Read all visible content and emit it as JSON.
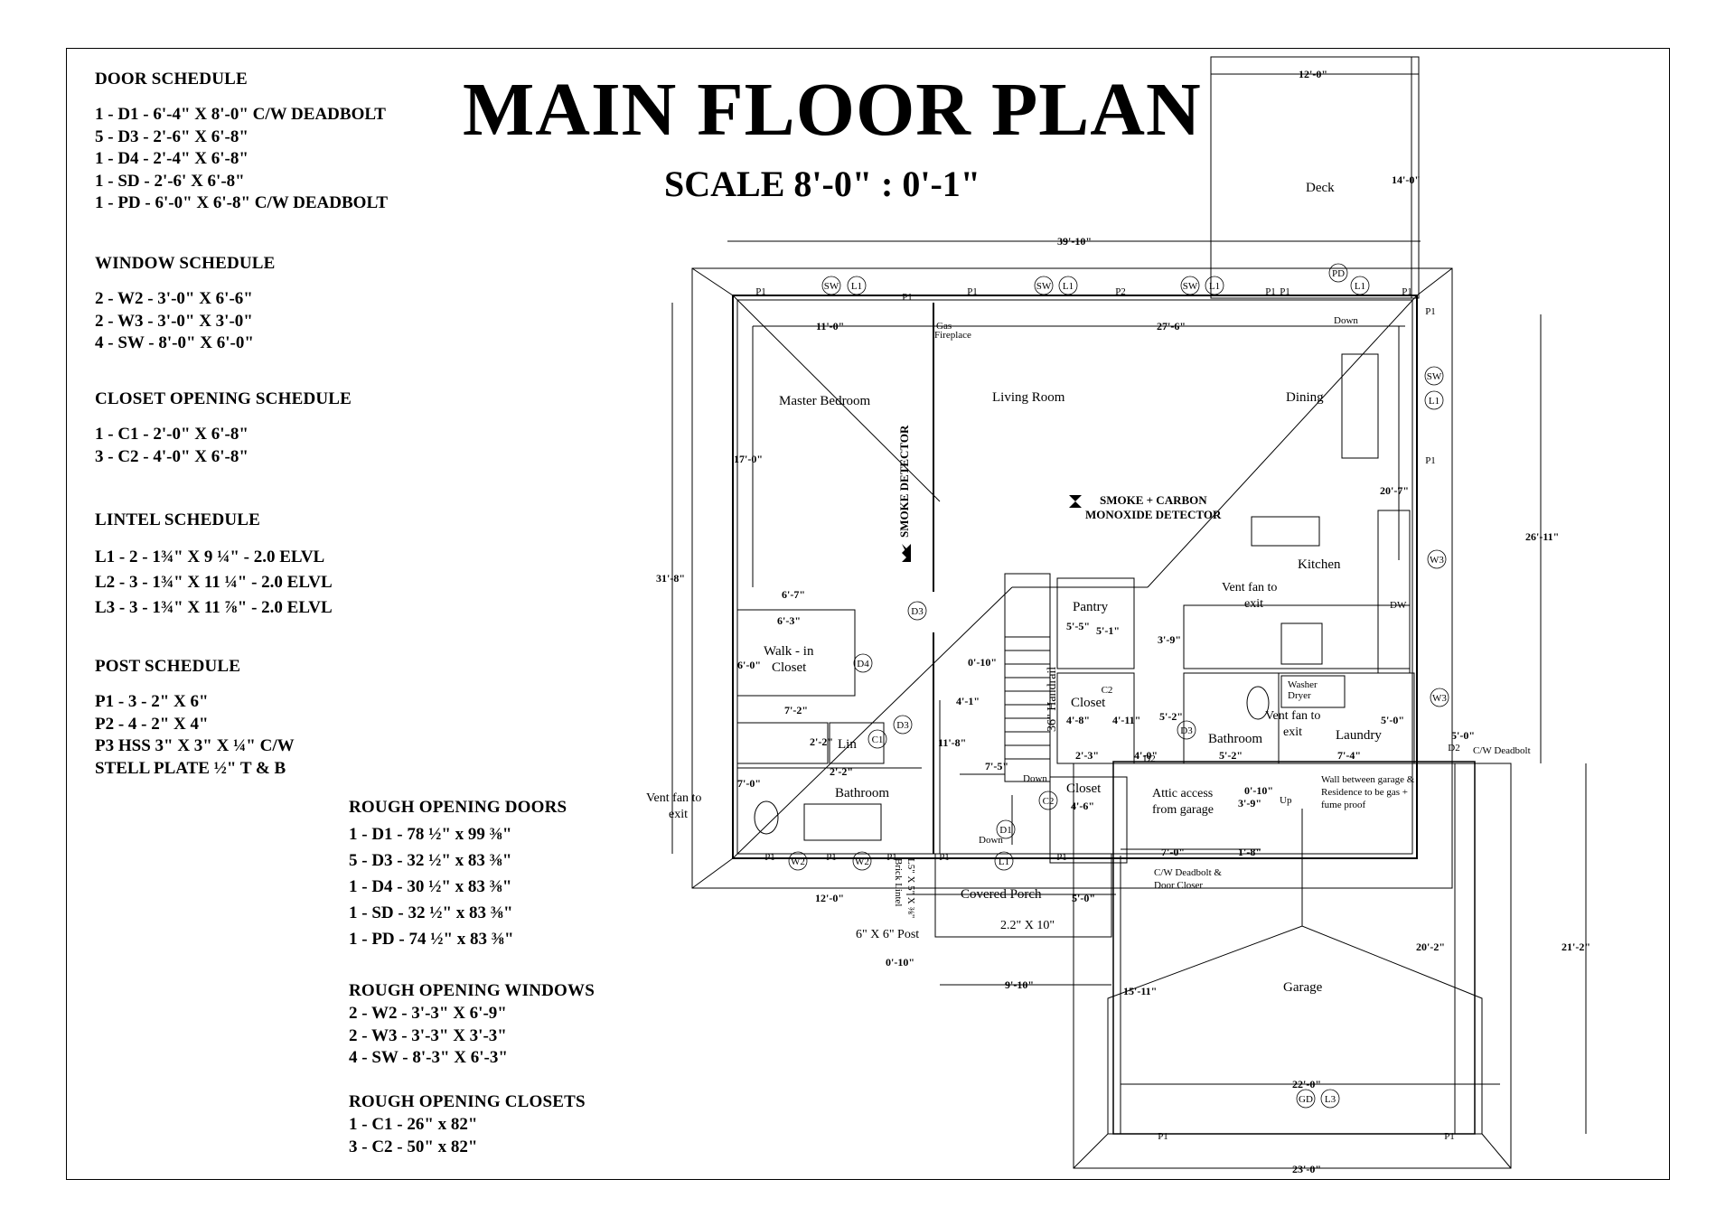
{
  "title": "MAIN FLOOR PLAN",
  "scale": "SCALE  8'-0\" : 0'-1\"",
  "schedules": {
    "door": {
      "heading": "DOOR SCHEDULE",
      "lines": [
        "1 - D1 - 6'-4\" X 8'-0\" C/W DEADBOLT",
        "5 - D3 - 2'-6\" X 6'-8\"",
        "1 - D4 - 2'-4\" X 6'-8\"",
        "1 - SD - 2'-6' X 6'-8\"",
        "1 - PD - 6'-0\" X 6'-8\" C/W DEADBOLT"
      ]
    },
    "window": {
      "heading": "WINDOW SCHEDULE",
      "lines": [
        "2 - W2 - 3'-0\" X 6'-6\"",
        "2 - W3 - 3'-0\" X 3'-0\"",
        "4 - SW - 8'-0\" X 6'-0\""
      ]
    },
    "closet": {
      "heading": "CLOSET OPENING SCHEDULE",
      "lines": [
        "1 - C1 - 2'-0\" X 6'-8\"",
        "3 - C2 - 4'-0\" X 6'-8\""
      ]
    },
    "lintel": {
      "heading": "LINTEL SCHEDULE",
      "lines": [
        "L1 - 2 - 1¾\" X 9 ¼\"   - 2.0 ELVL",
        "L2 - 3 - 1¾\" X 11 ¼\" - 2.0 ELVL",
        "L3 - 3 - 1¾\" X 11 ⅞\" - 2.0 ELVL"
      ]
    },
    "post": {
      "heading": "POST SCHEDULE",
      "lines": [
        "P1 - 3 - 2\" X 6\"",
        "P2 - 4 - 2\" X 4\"",
        "P3 HSS  3\" X 3\" X ¼\" C/W",
        "STELL PLATE ½\" T & B"
      ]
    },
    "rough_doors": {
      "heading": "ROUGH OPENING DOORS",
      "lines": [
        "1 - D1 - 78 ½\" x 99 ⅜\"",
        "5 - D3 - 32 ½\" x 83 ⅜\"",
        "1 - D4 - 30 ½\" x 83 ⅜\"",
        "1 - SD - 32 ½\" x 83 ⅜\"",
        "1 - PD - 74 ½\" x 83 ⅜\""
      ]
    },
    "rough_windows": {
      "heading": "ROUGH OPENING WINDOWS",
      "lines": [
        "2 - W2 - 3'-3\" X 6'-9\"",
        "2 - W3 - 3'-3\" X 3'-3\"",
        "4 - SW - 8'-3\" X 6'-3\""
      ]
    },
    "rough_closets": {
      "heading": "ROUGH OPENING CLOSETS",
      "lines": [
        "1 - C1 - 26\" x 82\"",
        "3 - C2 - 50\" x 82\""
      ]
    }
  },
  "rooms": {
    "deck": "Deck",
    "master_bedroom": "Master Bedroom",
    "living_room": "Living Room",
    "dining": "Dining",
    "kitchen": "Kitchen",
    "pantry": "Pantry",
    "closet_1": "Closet",
    "closet_2": "Closet",
    "walk_in_line1": "Walk - in",
    "walk_in_line2": "Closet",
    "linen": "Lin",
    "bathroom_1": "Bathroom",
    "bathroom_2": "Bathroom",
    "laundry": "Laundry",
    "covered_porch": "Covered Porch",
    "garage": "Garage"
  },
  "labels": {
    "smoke_detector": "SMOKE DETECTOR",
    "smoke_co_line1": "SMOKE + CARBON",
    "smoke_co_line2": "MONOXIDE DETECTOR",
    "gas_fireplace_1": "Gas",
    "gas_fireplace_2": "Fireplace",
    "handrail": "36\" Handrail",
    "vent_fan_1a": "Vent fan to",
    "vent_fan_1b": "exit",
    "vent_fan_2a": "Vent fan to",
    "vent_fan_2b": "exit",
    "vent_fan_3a": "Vent fan to",
    "vent_fan_3b": "exit",
    "attic_1": "Attic access",
    "attic_2": "from garage",
    "wall_note_1": "Wall between garage &",
    "wall_note_2": "Residence to be gas +",
    "wall_note_3": "fume proof",
    "deadbolt_1": "C/W Deadbolt &",
    "deadbolt_2": "Door Closer",
    "cw_deadbolt": "C/W Deadbolt",
    "brick_lintel_1": "L5\" X 5\" X ⅜\"",
    "brick_lintel_2": "Brick Lintel",
    "post_6x6": "6\" X 6\" Post",
    "porch_size": "2.2\" X 10\"",
    "washer": "Washer",
    "dryer": "Dryer",
    "dw": "DW",
    "down_1": "Down",
    "down_2": "Down",
    "down_3": "Down",
    "up": "Up"
  },
  "dimensions": {
    "deck_w": "12'-0\"",
    "deck_h": "14'-0\"",
    "overall_w": "39'-10\"",
    "overall_h": "31'-8\"",
    "right_h": "26'-11\"",
    "bed_w": "11'-0\"",
    "living_w": "27'-6\"",
    "bed_h": "17'-0\"",
    "kitchen_h": "20'-7\"",
    "closet_w1": "6'-7\"",
    "closet_w2": "6'-3\"",
    "closet_h": "6'-0\"",
    "closet_w3": "7'-2\"",
    "bath_w1": "2'-2\"",
    "bath_w2": "2'-2\"",
    "bath_h": "7'-0\"",
    "hall_h": "11'-8\"",
    "hall_w": "4'-1\"",
    "hall_stub": "0'-10\"",
    "stair_w": "7'-5\"",
    "pantry_1": "5'-5\"",
    "pantry_2": "5'-1\"",
    "closet_d1": "4'-8\"",
    "closet_d2": "4'-11\"",
    "closet_d3": "2'-3\"",
    "closet_d4": "4'-0\"",
    "closet_d5": "4'-6\"",
    "kitchen_d": "3'-9\"",
    "bath2_h": "5'-2\"",
    "bath2_w": "5'-2\"",
    "laundry_w": "7'-4\"",
    "laundry_h": "5'-0\"",
    "side_w": "5'-0\"",
    "attic_1": "3'-9\"",
    "attic_2": "0'-10\"",
    "garage_a": "7'-0\"",
    "garage_b": "1'-8\"",
    "front_w": "12'-0\"",
    "porch_h": "5'-0\"",
    "porch_off": "0'-10\"",
    "porch_w": "9'-10\"",
    "garage_l": "15'-11\"",
    "garage_r": "20'-2\"",
    "garage_rr": "21'-2\"",
    "garage_inner": "22'-0\"",
    "garage_outer": "23'-0\""
  },
  "tags": [
    "P1",
    "P2",
    "SW",
    "L1",
    "L3",
    "PD",
    "D1",
    "D2",
    "D3",
    "D4",
    "C1",
    "C2",
    "W2",
    "W3",
    "GD"
  ]
}
